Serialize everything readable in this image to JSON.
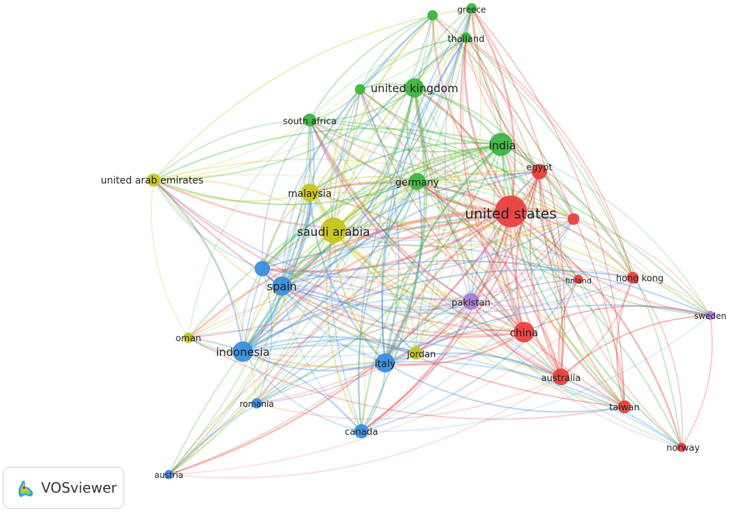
{
  "branding": {
    "app_name": "VOSviewer"
  },
  "clusters": {
    "red": "#e8413f",
    "green": "#3db53d",
    "blue": "#3b8ede",
    "yellow": "#c8c41e",
    "purple": "#a97ed6"
  },
  "nodes": [
    {
      "id": "united_states",
      "label": "united states",
      "cluster": "red",
      "weight": 22
    },
    {
      "id": "china",
      "label": "china",
      "cluster": "red",
      "weight": 13
    },
    {
      "id": "australia",
      "label": "australia",
      "cluster": "red",
      "weight": 10
    },
    {
      "id": "egypt",
      "label": "egypt",
      "cluster": "red",
      "weight": 9
    },
    {
      "id": "taiwan",
      "label": "taiwan",
      "cluster": "red",
      "weight": 7
    },
    {
      "id": "hong_kong",
      "label": "hong kong",
      "cluster": "red",
      "weight": 6
    },
    {
      "id": "finland",
      "label": "finland",
      "cluster": "red",
      "weight": 4
    },
    {
      "id": "norway",
      "label": "norway",
      "cluster": "red",
      "weight": 4
    },
    {
      "id": "red_unlabeled",
      "label": "",
      "cluster": "red",
      "weight": 6
    },
    {
      "id": "india",
      "label": "india",
      "cluster": "green",
      "weight": 15
    },
    {
      "id": "united_kingdom",
      "label": "united kingdom",
      "cluster": "green",
      "weight": 12
    },
    {
      "id": "germany",
      "label": "germany",
      "cluster": "green",
      "weight": 10
    },
    {
      "id": "south_africa",
      "label": "south africa",
      "cluster": "green",
      "weight": 7
    },
    {
      "id": "thailand",
      "label": "thailand",
      "cluster": "green",
      "weight": 5
    },
    {
      "id": "greece",
      "label": "greece",
      "cluster": "green",
      "weight": 5
    },
    {
      "id": "green_unlabeled_1",
      "label": "",
      "cluster": "green",
      "weight": 5
    },
    {
      "id": "green_unlabeled_2",
      "label": "",
      "cluster": "green",
      "weight": 5
    },
    {
      "id": "saudi_arabia",
      "label": "saudi arabia",
      "cluster": "yellow",
      "weight": 17
    },
    {
      "id": "malaysia",
      "label": "malaysia",
      "cluster": "yellow",
      "weight": 11
    },
    {
      "id": "united_arab_emirates",
      "label": "united arab emirates",
      "cluster": "yellow",
      "weight": 7
    },
    {
      "id": "jordan",
      "label": "jordan",
      "cluster": "yellow",
      "weight": 7
    },
    {
      "id": "oman",
      "label": "oman",
      "cluster": "yellow",
      "weight": 5
    },
    {
      "id": "indonesia",
      "label": "indonesia",
      "cluster": "blue",
      "weight": 13
    },
    {
      "id": "spain",
      "label": "spain",
      "cluster": "blue",
      "weight": 12
    },
    {
      "id": "italy",
      "label": "italy",
      "cluster": "blue",
      "weight": 12
    },
    {
      "id": "canada",
      "label": "canada",
      "cluster": "blue",
      "weight": 8
    },
    {
      "id": "romania",
      "label": "romania",
      "cluster": "blue",
      "weight": 5
    },
    {
      "id": "austria",
      "label": "austria",
      "cluster": "blue",
      "weight": 4
    },
    {
      "id": "blue_unlabeled",
      "label": "",
      "cluster": "blue",
      "weight": 9
    },
    {
      "id": "pakistan",
      "label": "pakistan",
      "cluster": "purple",
      "weight": 10
    },
    {
      "id": "sweden",
      "label": "sweden",
      "cluster": "purple",
      "weight": 4
    }
  ]
}
